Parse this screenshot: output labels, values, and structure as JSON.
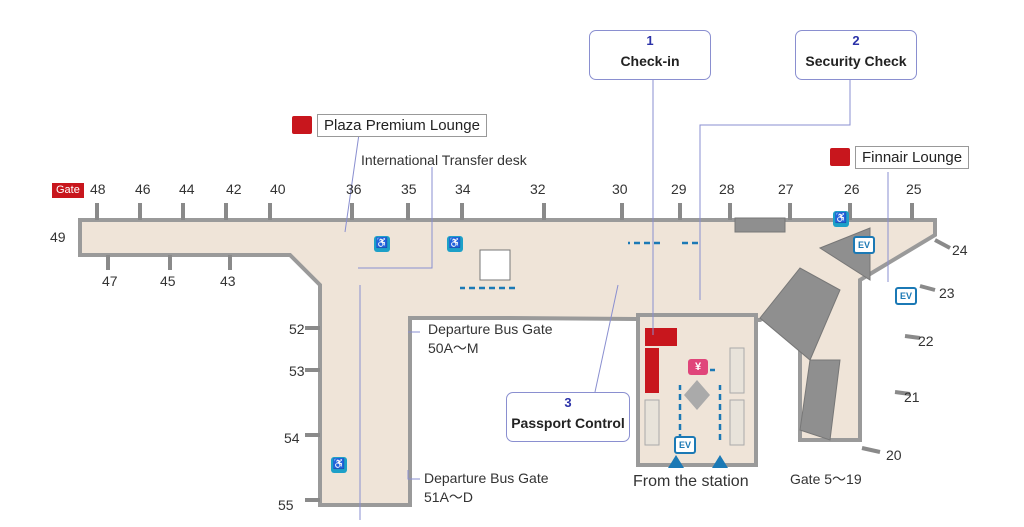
{
  "legend": {
    "gate_badge": "Gate"
  },
  "gates_top": [
    "48",
    "46",
    "44",
    "42",
    "40",
    "36",
    "35",
    "34",
    "32",
    "30",
    "29",
    "28",
    "27",
    "26",
    "25"
  ],
  "gates_left": [
    "49"
  ],
  "gates_bottom": [
    "47",
    "45",
    "43"
  ],
  "gates_concourse": [
    "52",
    "53",
    "54",
    "55"
  ],
  "gates_right": [
    "24",
    "23",
    "22",
    "21",
    "20"
  ],
  "steps": [
    {
      "number": "1",
      "label": "Check-in"
    },
    {
      "number": "2",
      "label": "Security Check"
    },
    {
      "number": "3",
      "label": "Passport Control"
    }
  ],
  "lounges": {
    "plaza": "Plaza Premium Lounge",
    "finnair": "Finnair Lounge"
  },
  "labels": {
    "transfer_desk": "International Transfer desk",
    "bus_gate_m_line1": "Departure Bus Gate",
    "bus_gate_m_line2": "50A～M",
    "bus_gate_d_line1": "Departure Bus Gate",
    "bus_gate_d_line2": "51A～D",
    "from_station": "From the station",
    "gate_range": "Gate 5～19"
  },
  "icons": {
    "elevator": "EV",
    "restroom": "restroom-icon",
    "currency": "¥",
    "lounge": "lounge-icon"
  },
  "colors": {
    "floor": "#efe4d8",
    "wall": "#9a9a9a",
    "route_arrow": "#1b79b5",
    "step_number": "#2b32a8",
    "accent_red": "#c8161d",
    "currency_pink": "#e0457a"
  }
}
